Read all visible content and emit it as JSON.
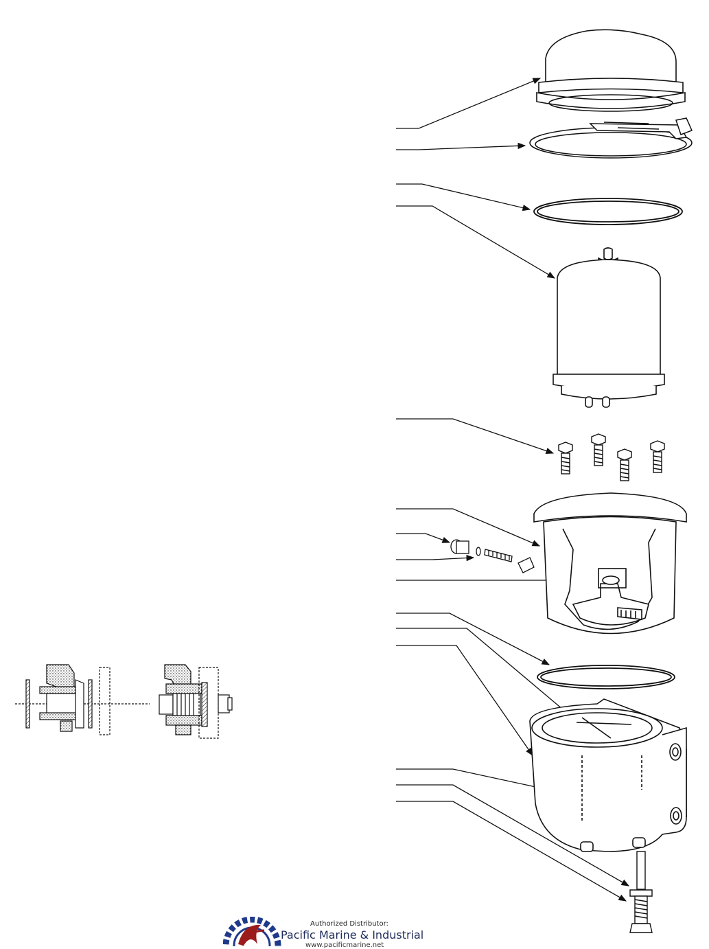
{
  "footer": {
    "label": "Authorized Distributor:",
    "company": "Pacific Marine & Industrial",
    "url": "www.pacificmarine.net"
  },
  "colors": {
    "line": "#111111",
    "logo_blue": "#1f3a8a",
    "logo_red": "#9b1c1c"
  },
  "parts": [
    "cover",
    "clamp-ring",
    "o-ring",
    "filter-element",
    "bolts",
    "bowl",
    "check-valve",
    "base-o-ring",
    "base-housing",
    "drain-fitting"
  ]
}
